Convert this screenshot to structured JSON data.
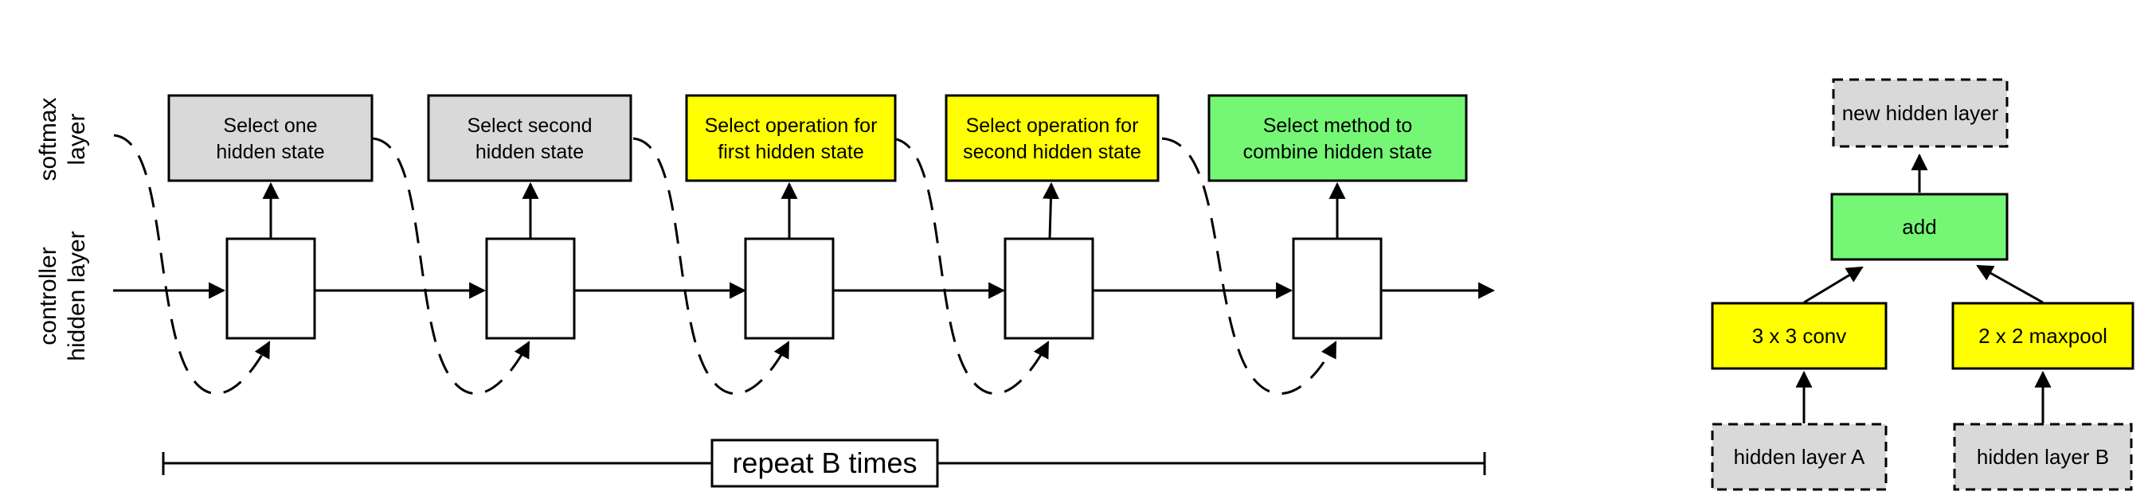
{
  "axis_labels": {
    "softmax": [
      "softmax",
      "layer"
    ],
    "controller": [
      "controller",
      "hidden layer"
    ]
  },
  "controller": {
    "blocks": [
      {
        "lines": [
          "Select one",
          "hidden state"
        ],
        "color": "#d9d9d9"
      },
      {
        "lines": [
          "Select second",
          "hidden state"
        ],
        "color": "#d9d9d9"
      },
      {
        "lines": [
          "Select operation for",
          "first hidden state"
        ],
        "color": "#ffff00"
      },
      {
        "lines": [
          "Select operation for",
          "second hidden state"
        ],
        "color": "#ffff00"
      },
      {
        "lines": [
          "Select method to",
          "combine hidden state"
        ],
        "color": "#75f775"
      }
    ],
    "repeat_label": "repeat B times"
  },
  "cell": {
    "new_hidden": "new hidden layer",
    "combine": "add",
    "op_a": "3 x 3 conv",
    "op_b": "2 x 2 maxpool",
    "input_a": "hidden layer A",
    "input_b": "hidden layer B",
    "colors": {
      "gray": "#d9d9d9",
      "yellow": "#ffff00",
      "green": "#75f775"
    }
  }
}
